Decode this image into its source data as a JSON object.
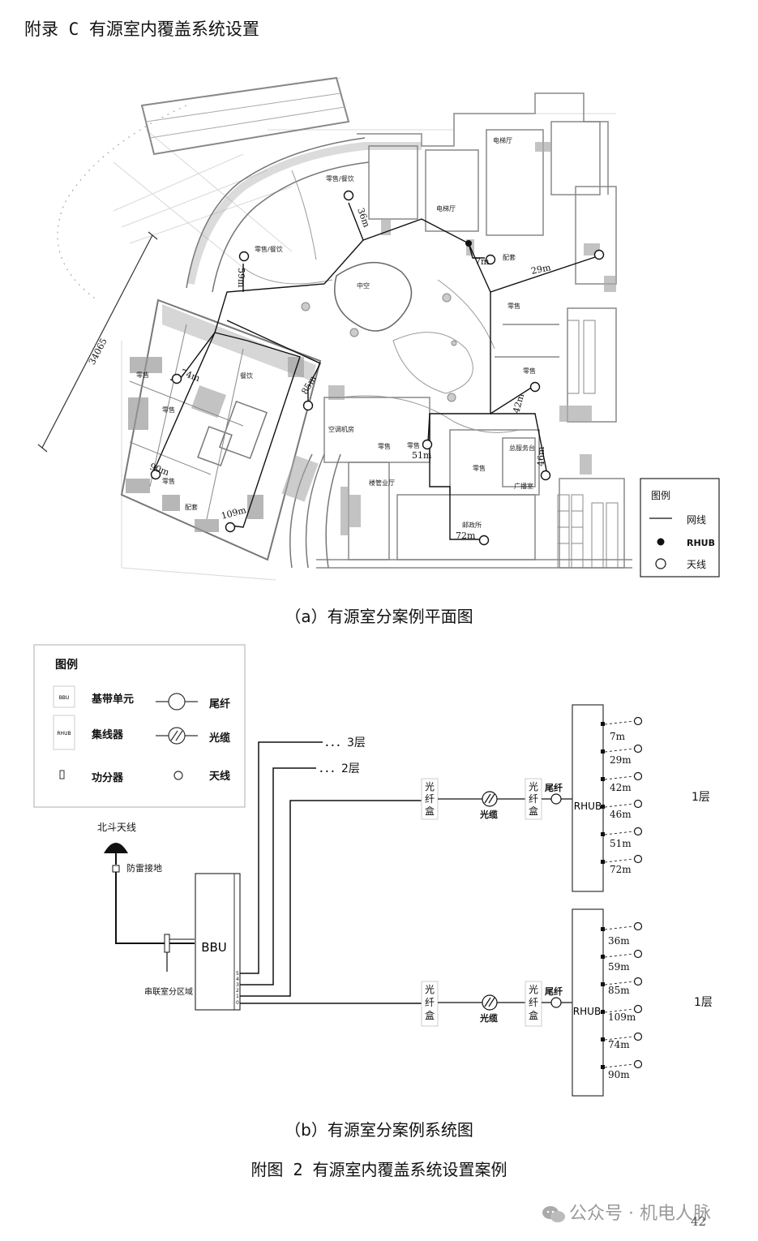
{
  "heading": "附录 C  有源室内覆盖系统设置",
  "plan": {
    "dimension": "34065",
    "rooms": [
      {
        "id": "r1",
        "label": "零售/餐饮"
      },
      {
        "id": "r2",
        "label": "零售/餐饮"
      },
      {
        "id": "r3",
        "label": "电梯厅"
      },
      {
        "id": "r4",
        "label": "电梯厅"
      },
      {
        "id": "r5",
        "label": "配套"
      },
      {
        "id": "r6",
        "label": "中空"
      },
      {
        "id": "r7",
        "label": "零售"
      },
      {
        "id": "r8",
        "label": "零售"
      },
      {
        "id": "r9",
        "label": "零售"
      },
      {
        "id": "r10",
        "label": "零售"
      },
      {
        "id": "r11",
        "label": "餐饮"
      },
      {
        "id": "r12",
        "label": "空调机房"
      },
      {
        "id": "r13",
        "label": "零售"
      },
      {
        "id": "r14",
        "label": "零售"
      },
      {
        "id": "r15",
        "label": "零售"
      },
      {
        "id": "r16",
        "label": "总服务台"
      },
      {
        "id": "r17",
        "label": "广播室"
      },
      {
        "id": "r18",
        "label": "楼管业厅"
      },
      {
        "id": "r19",
        "label": "邮政所"
      },
      {
        "id": "r20",
        "label": "零售"
      },
      {
        "id": "r21",
        "label": "配套"
      }
    ],
    "distances": [
      "36m",
      "59m",
      "7m",
      "29m",
      "74m",
      "85m",
      "42m",
      "51m",
      "46m",
      "90m",
      "109m",
      "72m"
    ],
    "legend": {
      "title": "图例",
      "items": [
        {
          "label": "网线"
        },
        {
          "label": "RHUB"
        },
        {
          "label": "天线"
        }
      ]
    }
  },
  "caption_a": "（a）有源室分案例平面图",
  "system": {
    "legend": {
      "title": "图例",
      "bbu_tag": "BBU",
      "rhub_tag": "RHUB",
      "baseband": "基带单元",
      "hub": "集线器",
      "splitter": "功分器",
      "pigtail": "尾纤",
      "cable": "光缆",
      "antenna": "天线"
    },
    "beidou": "北斗天线",
    "lightning": "防雷接地",
    "cascade": "串联室分区域",
    "bbu": "BBU",
    "ports": [
      "5",
      "4",
      "3",
      "2",
      "1",
      "0"
    ],
    "floor3": "．．．3层",
    "floor2": "．．．2层",
    "fiber_box": [
      "光",
      "纤",
      "盒"
    ],
    "cable": "光缆",
    "pigtail": "尾纤",
    "rhub": "RHUB",
    "upper": {
      "floor": "1层",
      "distances": [
        "7m",
        "29m",
        "42m",
        "46m",
        "51m",
        "72m"
      ]
    },
    "lower": {
      "floor": "1层",
      "distances": [
        "36m",
        "59m",
        "85m",
        "109m",
        "74m",
        "90m"
      ]
    }
  },
  "caption_b": "（b）有源室分案例系统图",
  "figure_title": "附图 2  有源室内覆盖系统设置案例",
  "watermark": "公众号 · 机电人脉",
  "page_number": "42"
}
